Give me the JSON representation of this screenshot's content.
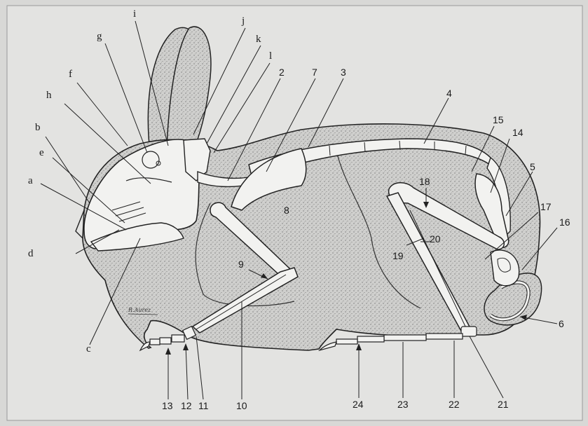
{
  "colors": {
    "background": "#d8d8d6",
    "panel": "#e3e3e1",
    "body_fill": "#cfcfcd",
    "bone_fill": "#f2f2f0",
    "ink": "#1a1a1a"
  },
  "signature": "R.Aurez",
  "letter_labels": {
    "a": "a",
    "b": "b",
    "c": "c",
    "d": "d",
    "e": "e",
    "f": "f",
    "g": "g",
    "h": "h",
    "i": "i",
    "j": "j",
    "k": "k",
    "l": "l"
  },
  "number_labels": {
    "n2": "2",
    "n3": "3",
    "n4": "4",
    "n5": "5",
    "n6": "6",
    "n7": "7",
    "n8": "8",
    "n9": "9",
    "n10": "10",
    "n11": "11",
    "n12": "12",
    "n13": "13",
    "n14": "14",
    "n15": "15",
    "n16": "16",
    "n17": "17",
    "n18": "18",
    "n19": "19",
    "n20": "20",
    "n21": "21",
    "n22": "22",
    "n23": "23",
    "n24": "24"
  }
}
